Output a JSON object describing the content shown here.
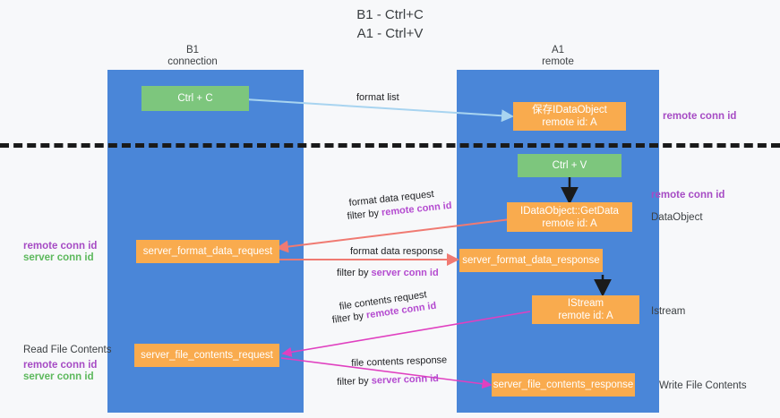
{
  "title": {
    "line1": "B1 - Ctrl+C",
    "line2": "A1 - Ctrl+V"
  },
  "lanes": [
    {
      "id": "b1",
      "name": "B1",
      "sub": "connection"
    },
    {
      "id": "a1",
      "name": "A1",
      "sub": "remote"
    }
  ],
  "boxes": {
    "ctrl_c": "Ctrl + C",
    "ctrl_v": "Ctrl + V",
    "idataobject_l1": "保存IDataObject",
    "idataobject_l2": "remote id: A",
    "getdata_l1": "IDataObject::GetData",
    "getdata_l2": "remote id: A",
    "istream_l1": "IStream",
    "istream_l2": "remote id: A",
    "server_format_data_request": "server_format_data_request",
    "server_format_data_response": "server_format_data_response",
    "server_file_contents_request": "server_file_contents_request",
    "server_file_contents_response": "server_file_contents_response"
  },
  "arrow_labels": {
    "format_list": "format list",
    "format_data_request": "format data request",
    "format_data_request_filter_prefix": "filter by ",
    "format_data_request_filter_key": "remote conn id",
    "format_data_response": "format data response",
    "format_data_response_filter_prefix": "filter by ",
    "format_data_response_filter_key": "server conn id",
    "file_contents_request": "file contents request",
    "file_contents_request_filter_prefix": "filter by ",
    "file_contents_request_filter_key": "remote conn id",
    "file_contents_response": "file contents response",
    "file_contents_response_filter_prefix": "filter by ",
    "file_contents_response_filter_key": "server conn id"
  },
  "side_labels": {
    "right_remote_conn_id_top": "remote conn id",
    "right_remote_conn_id_mid": "remote conn id",
    "right_dataobject": "DataObject",
    "right_istream": "Istream",
    "right_write_file_contents": "Write File Contents",
    "left_remote_conn_id_mid": "remote conn id",
    "left_server_conn_id_mid": "server conn id",
    "left_read_file_contents": "Read File Contents",
    "left_remote_conn_id_bottom": "remote conn id",
    "left_server_conn_id_bottom": "server conn id"
  },
  "colors": {
    "lane": "#4a86d8",
    "green_box": "#7dc67d",
    "orange_box": "#f9ab4e",
    "arrow_blue": "#a8d4f0",
    "arrow_red": "#f07a72",
    "arrow_magenta": "#e040c0",
    "arrow_black": "#1a1a1a",
    "key_purple": "#a64bc4",
    "key_green": "#5cb85c",
    "divider": "#1a1a1a",
    "background": "#f7f8fa"
  }
}
